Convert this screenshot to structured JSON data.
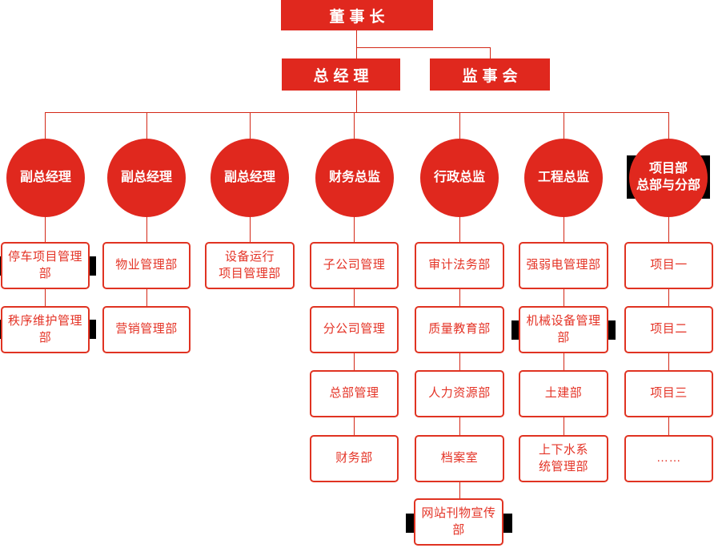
{
  "palette": {
    "node_red": "#e0281e",
    "line_red": "#d32817",
    "box_border_red": "#e03322",
    "box_text_red": "#e43326",
    "highlight_black": "#000000",
    "background": "#ffffff"
  },
  "top": {
    "chairman": "董事长",
    "general_manager": "总经理",
    "supervisory_board": "监事会"
  },
  "columns": [
    {
      "head": "副总经理",
      "boxes": [
        {
          "label": "停车项目管理部",
          "marked": true
        },
        {
          "label": "秩序维护管理部",
          "marked": true
        }
      ]
    },
    {
      "head": "副总经理",
      "boxes": [
        {
          "label": "物业管理部"
        },
        {
          "label": "营销管理部"
        }
      ]
    },
    {
      "head": "副总经理",
      "boxes": [
        {
          "label": "设备运行\n项目管理部"
        }
      ]
    },
    {
      "head": "财务总监",
      "boxes": [
        {
          "label": "子公司管理"
        },
        {
          "label": "分公司管理"
        },
        {
          "label": "总部管理"
        },
        {
          "label": "财务部"
        }
      ]
    },
    {
      "head": "行政总监",
      "boxes": [
        {
          "label": "审计法务部"
        },
        {
          "label": "质量教育部"
        },
        {
          "label": "人力资源部"
        },
        {
          "label": "档案室"
        },
        {
          "label": "网站刊物宣传部",
          "marked": true
        }
      ]
    },
    {
      "head": "工程总监",
      "boxes": [
        {
          "label": "强弱电管理部"
        },
        {
          "label": "机械设备管理部",
          "marked": true
        },
        {
          "label": "土建部"
        },
        {
          "label": "上下水系\n统管理部"
        }
      ]
    },
    {
      "head": "项目部\n总部与分部",
      "head_marked": true,
      "boxes": [
        {
          "label": "项目一"
        },
        {
          "label": "项目二"
        },
        {
          "label": "项目三"
        },
        {
          "label": "……"
        }
      ]
    }
  ]
}
